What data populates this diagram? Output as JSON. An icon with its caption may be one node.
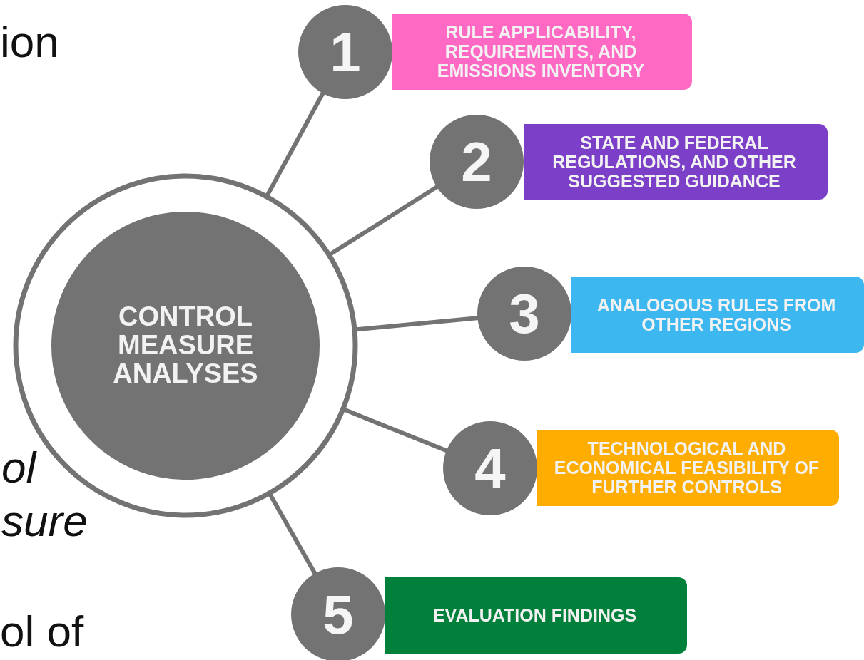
{
  "diagram": {
    "nodes": [
      {
        "text": [
          "CONTROL MEASURE ANALYSES"
        ]
      },
      {
        "text": [
          "1"
        ]
      },
      {
        "text": [
          "RULE APPLICABILITY, REQUIREMENTS, AND EMISSIONS INVENTORY"
        ]
      },
      {
        "text": [
          "2"
        ]
      },
      {
        "text": [
          "STATE AND FEDERAL REGULATIONS, AND OTHER SUGGESTED GUIDANCE"
        ]
      },
      {
        "text": [
          "3"
        ]
      },
      {
        "text": [
          "ANALOGOUS RULES FROM OTHER REGIONS"
        ]
      },
      {
        "text": [
          "4"
        ]
      },
      {
        "text": [
          "TECHNOLOGICAL AND ECONOMICAL FEASIBILITY OF FURTHER CONTROLS"
        ]
      },
      {
        "text": [
          "5"
        ]
      },
      {
        "text": [
          "EVALUATION FINDINGS"
        ]
      }
    ],
    "edges": [
      {
        "from": 0,
        "to": 1,
        "arrow": "none"
      },
      {
        "from": 0,
        "to": 3,
        "arrow": "none"
      },
      {
        "from": 0,
        "to": 5,
        "arrow": "none"
      },
      {
        "from": 0,
        "to": 7,
        "arrow": "none"
      },
      {
        "from": 0,
        "to": 9,
        "arrow": "none"
      }
    ],
    "labels": [
      "ion",
      "ol",
      "sure",
      "ol of"
    ]
  }
}
